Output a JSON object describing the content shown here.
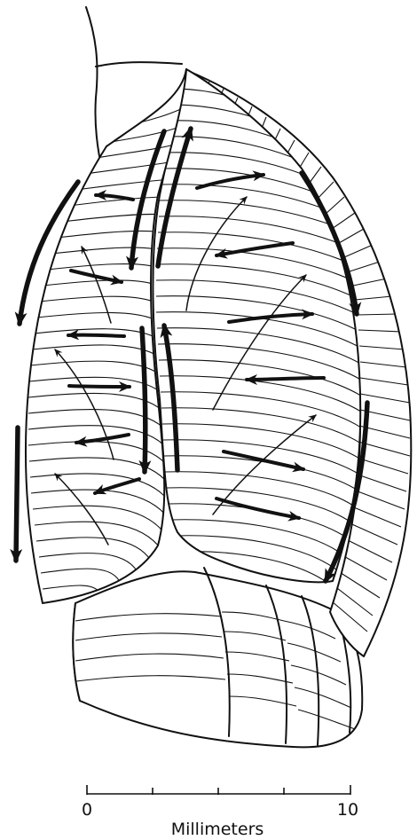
{
  "scale": {
    "min_label": "0",
    "max_label": "10",
    "unit_label": "Millimeters"
  }
}
